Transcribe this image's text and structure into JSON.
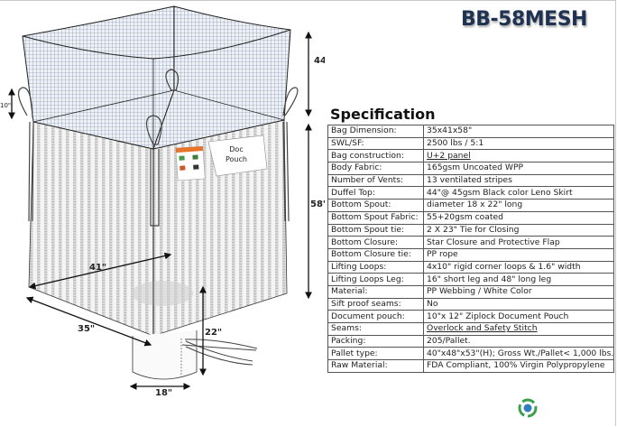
{
  "title": "BB-58MESH",
  "spec_heading": "Specification",
  "specs": [
    {
      "label": "Bag Dimension:",
      "value": "35x41x58\""
    },
    {
      "label": "SWL/SF:",
      "value": "2500 lbs / 5:1"
    },
    {
      "label": "Bag construction:",
      "value": "U+2 panel"
    },
    {
      "label": "Body Fabric:",
      "value": "165gsm Uncoated WPP"
    },
    {
      "label": "Number of Vents:",
      "value": "13 ventilated stripes"
    },
    {
      "label": "Duffel Top:",
      "value": "44\"@ 45gsm Black color Leno Skirt"
    },
    {
      "label": "Bottom Spout:",
      "value": "diameter 18 x 22\" long"
    },
    {
      "label": "Bottom Spout Fabric:",
      "value": "55+20gsm coated"
    },
    {
      "label": "Bottom Spout tie:",
      "value": "2 X 23\" Tie for Closing"
    },
    {
      "label": "Bottom Closure:",
      "value": "Star Closure and Protective Flap"
    },
    {
      "label": "Bottom Closure tie:",
      "value": "PP rope"
    },
    {
      "label": "Lifting Loops:",
      "value": "4x10\" rigid corner loops & 1.6\" width"
    },
    {
      "label": "Lifting Loops Leg:",
      "value": "16\" short leg and 48\" long leg"
    },
    {
      "label": "Material:",
      "value": "PP Webbing / White Color"
    },
    {
      "label": "Sift proof seams:",
      "value": "No"
    },
    {
      "label": "Document pouch:",
      "value": "10\"x 12\" Ziplock Document Pouch"
    },
    {
      "label": "Seams:",
      "value": "Overlock and Safety Stitch"
    },
    {
      "label": "Packing:",
      "value": "205/Pallet."
    },
    {
      "label": "Pallet type:",
      "value": "40\"x48\"x53\"(H); Gross Wt./Pallet< 1,000 lbs."
    },
    {
      "label": "Raw Material:",
      "value": "FDA Compliant, 100% Virgin Polypropylene"
    }
  ],
  "diagram": {
    "dims": {
      "duffel_height": "44\"",
      "body_height": "58\"",
      "loop_height": "10\"",
      "width": "41\"",
      "depth": "35\"",
      "spout_length": "22\"",
      "spout_diameter": "18\""
    },
    "doc_pouch_label": [
      "Doc",
      "Pouch"
    ]
  },
  "colors": {
    "title": "#1f3252",
    "mesh": "#8fa4c4",
    "logo_green": "#3aa04a",
    "logo_blue": "#2f7fc0"
  }
}
